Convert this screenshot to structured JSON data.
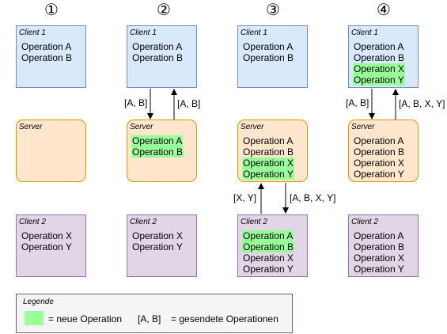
{
  "steps": [
    "①",
    "②",
    "③",
    "④"
  ],
  "columns": [
    {
      "client1": {
        "title": "Client 1",
        "ops": [
          {
            "text": "Operation A",
            "new": false
          },
          {
            "text": "Operation B",
            "new": false
          }
        ]
      },
      "server": {
        "title": "Server",
        "ops": []
      },
      "client2": {
        "title": "Client 2",
        "ops": [
          {
            "text": "Operation X",
            "new": false
          },
          {
            "text": "Operation Y",
            "new": false
          }
        ]
      }
    },
    {
      "client1": {
        "title": "Client 1",
        "ops": [
          {
            "text": "Operation A",
            "new": false
          },
          {
            "text": "Operation B",
            "new": false
          }
        ]
      },
      "server": {
        "title": "Server",
        "ops": [
          {
            "text": "Operation A",
            "new": true
          },
          {
            "text": "Operation B",
            "new": true
          }
        ]
      },
      "client2": {
        "title": "Client 2",
        "ops": [
          {
            "text": "Operation X",
            "new": false
          },
          {
            "text": "Operation Y",
            "new": false
          }
        ]
      }
    },
    {
      "client1": {
        "title": "Client 1",
        "ops": [
          {
            "text": "Operation A",
            "new": false
          },
          {
            "text": "Operation B",
            "new": false
          }
        ]
      },
      "server": {
        "title": "Server",
        "ops": [
          {
            "text": "Operation A",
            "new": false
          },
          {
            "text": "Operation B",
            "new": false
          },
          {
            "text": "Operation X",
            "new": true
          },
          {
            "text": "Operation Y",
            "new": true
          }
        ]
      },
      "client2": {
        "title": "Client 2",
        "ops": [
          {
            "text": "Operation A",
            "new": true
          },
          {
            "text": "Operation B",
            "new": true
          },
          {
            "text": "Operation X",
            "new": false
          },
          {
            "text": "Operation Y",
            "new": false
          }
        ]
      }
    },
    {
      "client1": {
        "title": "Client 1",
        "ops": [
          {
            "text": "Operation A",
            "new": false
          },
          {
            "text": "Operation B",
            "new": false
          },
          {
            "text": "Operation X",
            "new": true
          },
          {
            "text": "Operation Y",
            "new": true
          }
        ]
      },
      "server": {
        "title": "Server",
        "ops": [
          {
            "text": "Operation A",
            "new": false
          },
          {
            "text": "Operation B",
            "new": false
          },
          {
            "text": "Operation X",
            "new": false
          },
          {
            "text": "Operation Y",
            "new": false
          }
        ]
      },
      "client2": {
        "title": "Client 2",
        "ops": [
          {
            "text": "Operation A",
            "new": false
          },
          {
            "text": "Operation B",
            "new": false
          },
          {
            "text": "Operation X",
            "new": false
          },
          {
            "text": "Operation Y",
            "new": false
          }
        ]
      }
    }
  ],
  "arrows": {
    "step2_send": "[A, B]",
    "step2_return": "[A, B]",
    "step3_send": "[X, Y]",
    "step3_return": "[A, B, X, Y]",
    "step4_send": "[A, B]",
    "step4_return": "[A, B, X, Y]"
  },
  "legend": {
    "title": "Legende",
    "new_op": "= neue Operation",
    "sent_example": "[A, B]",
    "sent_desc": "= gesendete Operationen"
  },
  "colors": {
    "client1_fill": "#dae8fc",
    "client1_stroke": "#6c8ebf",
    "server_fill": "#ffe6cc",
    "server_stroke": "#d79b00",
    "client2_fill": "#e1d5e7",
    "client2_stroke": "#9673a6",
    "new_op_highlight": "#99ff99"
  }
}
